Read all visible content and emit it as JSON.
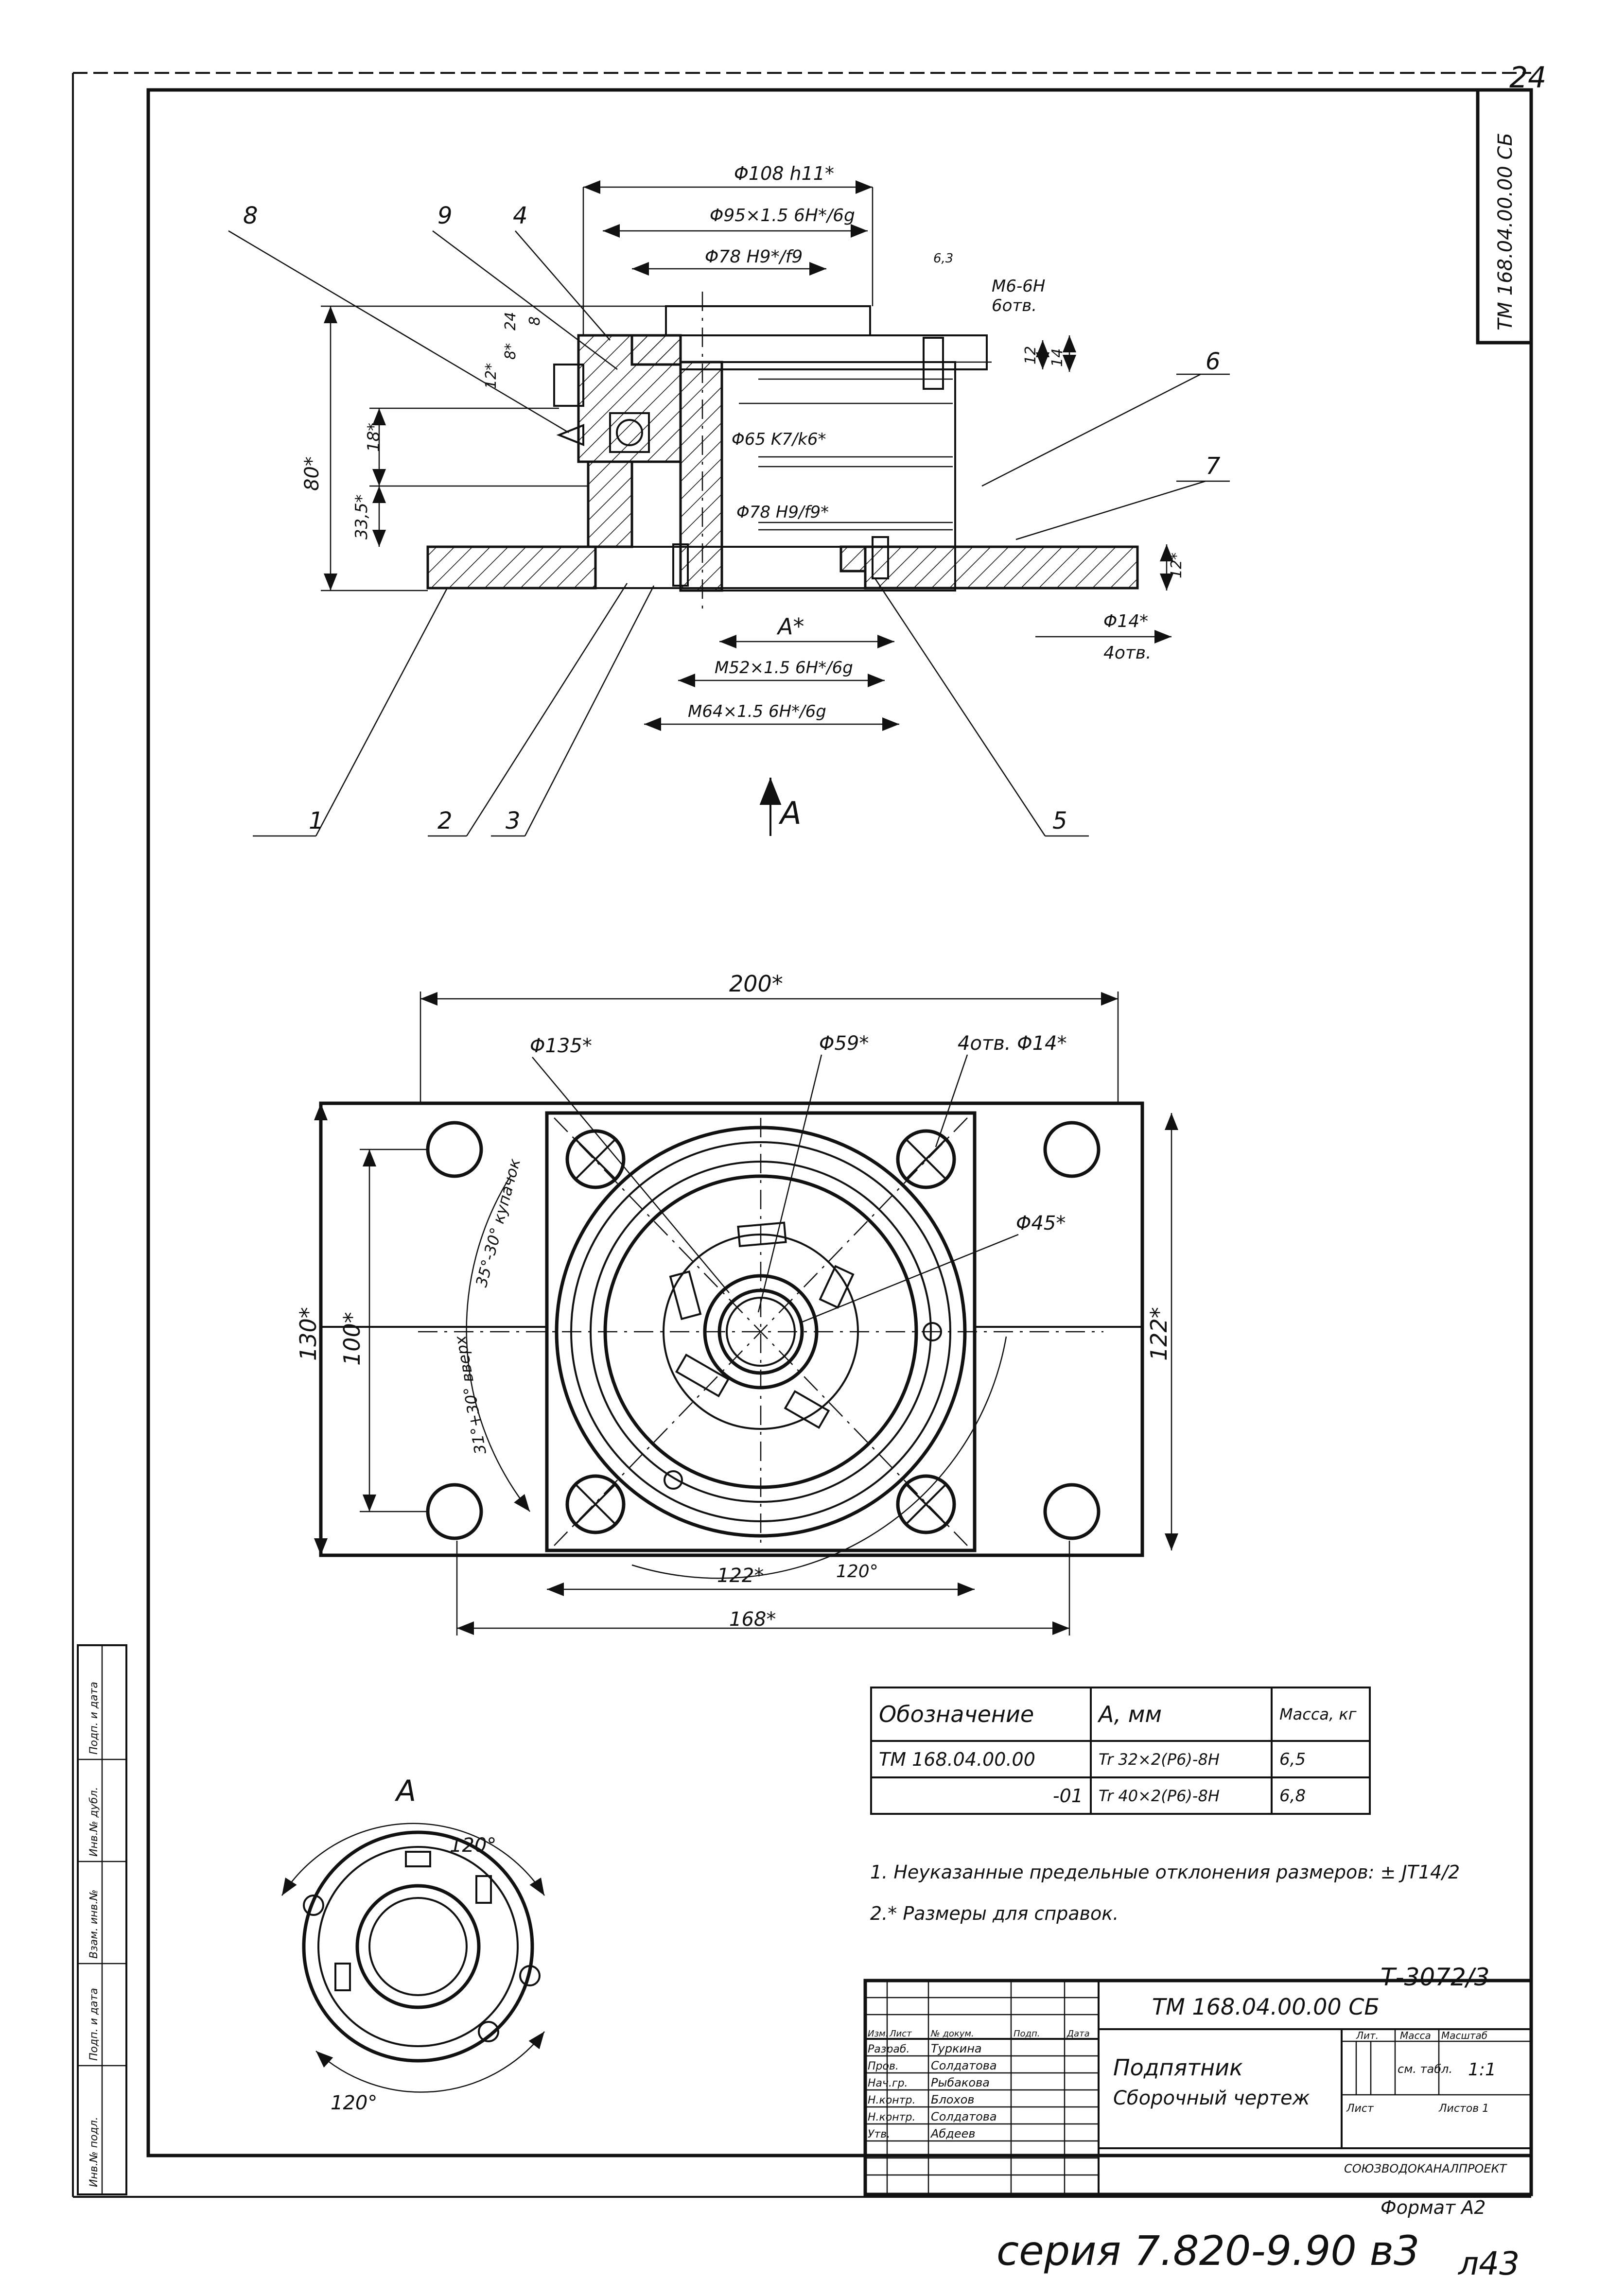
{
  "sheet": {
    "page_number": "24",
    "side_stamp": "ТМ 168.04.00.00 СБ",
    "series_line": "серия 7.820-9.90 в3",
    "series_page": "л43",
    "format": "Формат А2",
    "copy_number": "Т-3072/3"
  },
  "section_view": {
    "dims": {
      "d108": "Φ108 h11*",
      "d95": "Φ95×1.5 6H*/6g",
      "d78_top": "Φ78 H9*/f9",
      "m6": "M6-6H",
      "m6_holes": "6отв.",
      "r63": "6,3",
      "d65": "Φ65 K7/k6*",
      "d78_mid": "Φ78 H9/f9*",
      "d14": "Φ14*",
      "d14_holes": "4отв.",
      "a": "A*",
      "m52": "M52×1.5 6H*/6g",
      "m64": "M64×1.5 6H*/6g",
      "h80": "80*",
      "h33": "33,5*",
      "h18": "18*",
      "h12": "12*",
      "h8": "8*",
      "h24": "24",
      "h8b": "8",
      "h12r": "12",
      "h14r": "14",
      "h12b": "12*"
    },
    "leaders": [
      "1",
      "2",
      "3",
      "4",
      "5",
      "6",
      "7",
      "8",
      "9"
    ],
    "view_arrow": "A"
  },
  "plan_view": {
    "dims": {
      "w200": "200*",
      "d135": "Φ135*",
      "d59": "Φ59*",
      "holes": "4отв. Φ14*",
      "d45": "Φ45*",
      "h130": "130*",
      "h100": "100*",
      "h122r": "122*",
      "w122": "122*",
      "w168": "168*",
      "a120": "120°",
      "arc_upper": "35°-30° купачок",
      "arc_lower": "31°+30° вверх"
    }
  },
  "view_a": {
    "label": "A",
    "a120_top": "120°",
    "a120_bottom": "120°"
  },
  "spec_table": {
    "headers": [
      "Обозначение",
      "А, мм",
      "Масса, кг"
    ],
    "rows": [
      [
        "ТМ 168.04.00.00",
        "Tr 32×2(P6)-8H",
        "6,5"
      ],
      [
        "-01",
        "Tr 40×2(P6)-8H",
        "6,8"
      ]
    ]
  },
  "notes": [
    "1. Неуказанные предельные отклонения размеров: ± JT14/2",
    "2.* Размеры для справок."
  ],
  "title_block": {
    "designation": "ТМ 168.04.00.00 СБ",
    "name_line1": "Подпятник",
    "name_line2": "Сборочный чертеж",
    "col_headers": [
      "Изм.",
      "Лист",
      "№ докум.",
      "Подп.",
      "Дата"
    ],
    "roles": [
      "Разраб.",
      "Пров.",
      "Нач.гр.",
      "Н.контр.",
      "Н.контр.",
      "Утв."
    ],
    "names": [
      "Туркина",
      "Солдатова",
      "Рыбакова",
      "Блохов",
      "Солдатова",
      "Абдеев"
    ],
    "lit_label": "Лит.",
    "mass_label": "Масса",
    "scale_label": "Масштаб",
    "mass_value": "см. табл.",
    "scale_value": "1:1",
    "sheet_label": "Лист",
    "sheets_label": "Листов 1",
    "org": "СОЮЗВОДОКАНАЛПРОЕКТ"
  },
  "left_strip": [
    "Инв.№ подл.",
    "Подп. и дата",
    "Взам. инв.№",
    "Инв.№ дубл.",
    "Подп. и дата"
  ]
}
